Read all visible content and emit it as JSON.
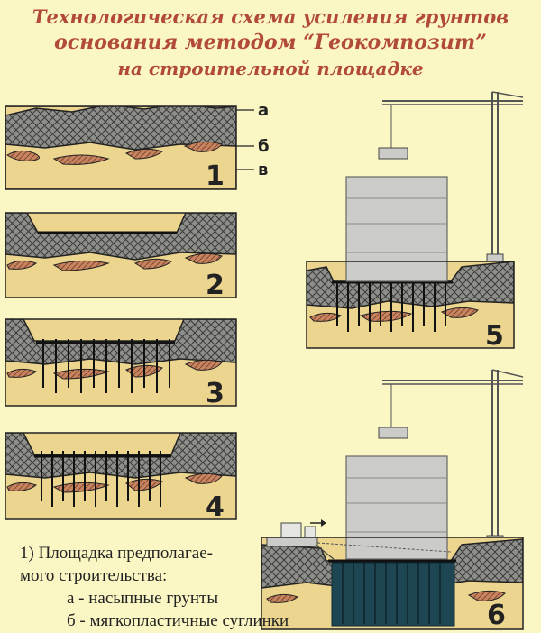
{
  "title": {
    "line1": "Технологическая схема усиления грунтов",
    "line2": "основания методом “Геокомпозит”",
    "line3": "на строительной площадке"
  },
  "labels": {
    "a": "а",
    "b": "б",
    "v": "в"
  },
  "stages": [
    "1",
    "2",
    "3",
    "4",
    "5",
    "6"
  ],
  "caption": {
    "line1": "1) Площадка предполагае-",
    "line2": "мого строительства:",
    "line3": "а - насыпные грунты",
    "line4": "б - мягкопластичные суглинки"
  },
  "colors": {
    "background": "#fbf7c4",
    "title": "#b24a3a",
    "fill_soil": "#8e8e8a",
    "clay": "#c9845f",
    "sand": "#ecd58f",
    "building": "#cbcbc8",
    "grout": "#1e4652"
  }
}
